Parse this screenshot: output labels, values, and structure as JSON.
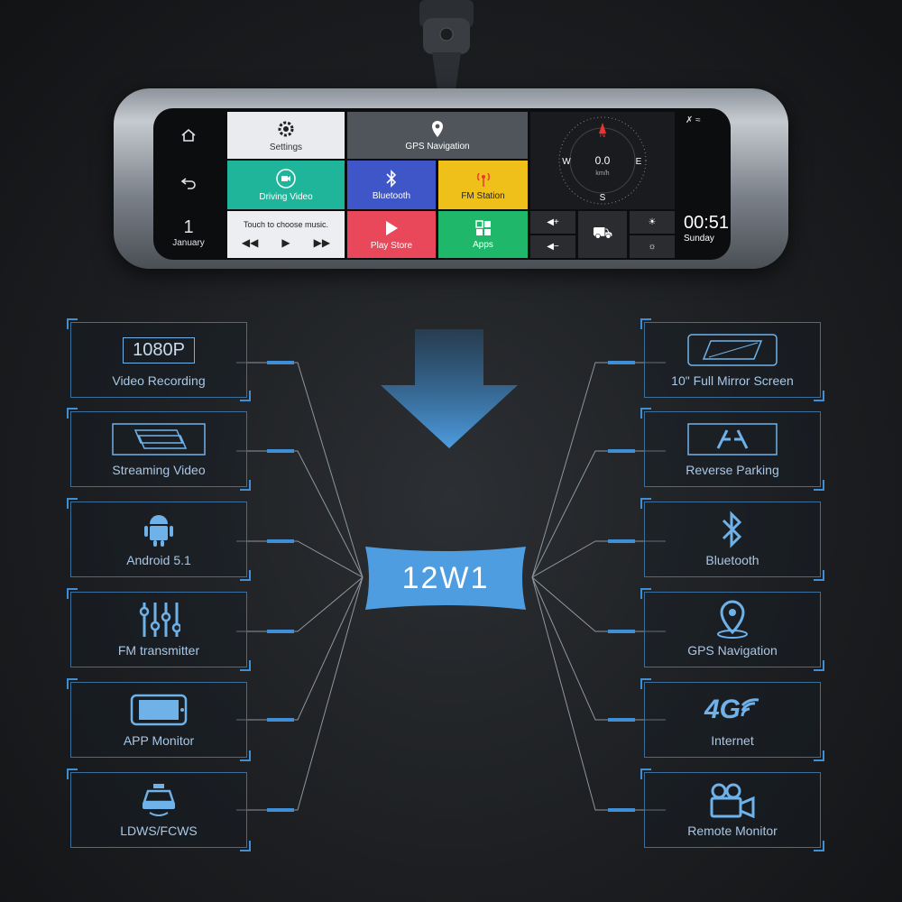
{
  "mirror_ui": {
    "left_col": {
      "home_icon": "home-icon",
      "back_icon": "back-icon",
      "day": "1",
      "month": "January"
    },
    "tiles": {
      "settings": "Settings",
      "gps": "GPS Navigation",
      "driving_video": "Driving Video",
      "bluetooth": "Bluetooth",
      "fm_station": "FM Station",
      "music_prompt": "Touch to choose music.",
      "play_store": "Play Store",
      "apps": "Apps"
    },
    "compass": {
      "speed": "0.0",
      "unit": "km/h",
      "n": "N",
      "s": "S",
      "e": "E",
      "w": "W"
    },
    "right_col": {
      "time": "00:51",
      "weekday": "Sunday"
    },
    "colors": {
      "driving_video": "#1fb59a",
      "bluetooth": "#3f56c9",
      "fm_station": "#f0c01a",
      "play_store": "#e8485a",
      "apps": "#1fb86a",
      "settings": "#e9ebee",
      "music": "#eceef1"
    }
  },
  "hub_label": "12W1",
  "accent_color": "#4d9de0",
  "features_left": [
    {
      "label": "Video Recording",
      "badge": "1080P",
      "icon": "resolution-icon"
    },
    {
      "label": "Streaming Video",
      "icon": "stream-video-icon"
    },
    {
      "label": "Android 5.1",
      "icon": "android-icon"
    },
    {
      "label": "FM transmitter",
      "icon": "equalizer-icon"
    },
    {
      "label": "APP Monitor",
      "icon": "phone-icon"
    },
    {
      "label": "LDWS/FCWS",
      "icon": "car-warning-icon"
    }
  ],
  "features_right": [
    {
      "label": "10\" Full Mirror Screen",
      "icon": "mirror-screen-icon"
    },
    {
      "label": "Reverse Parking",
      "icon": "parking-lines-icon"
    },
    {
      "label": "Bluetooth",
      "icon": "bluetooth-icon"
    },
    {
      "label": "GPS Navigation",
      "icon": "map-pin-icon"
    },
    {
      "label": "Internet",
      "badge": "4G",
      "icon": "4g-signal-icon"
    },
    {
      "label": "Remote Monitor",
      "icon": "video-camera-icon"
    }
  ]
}
